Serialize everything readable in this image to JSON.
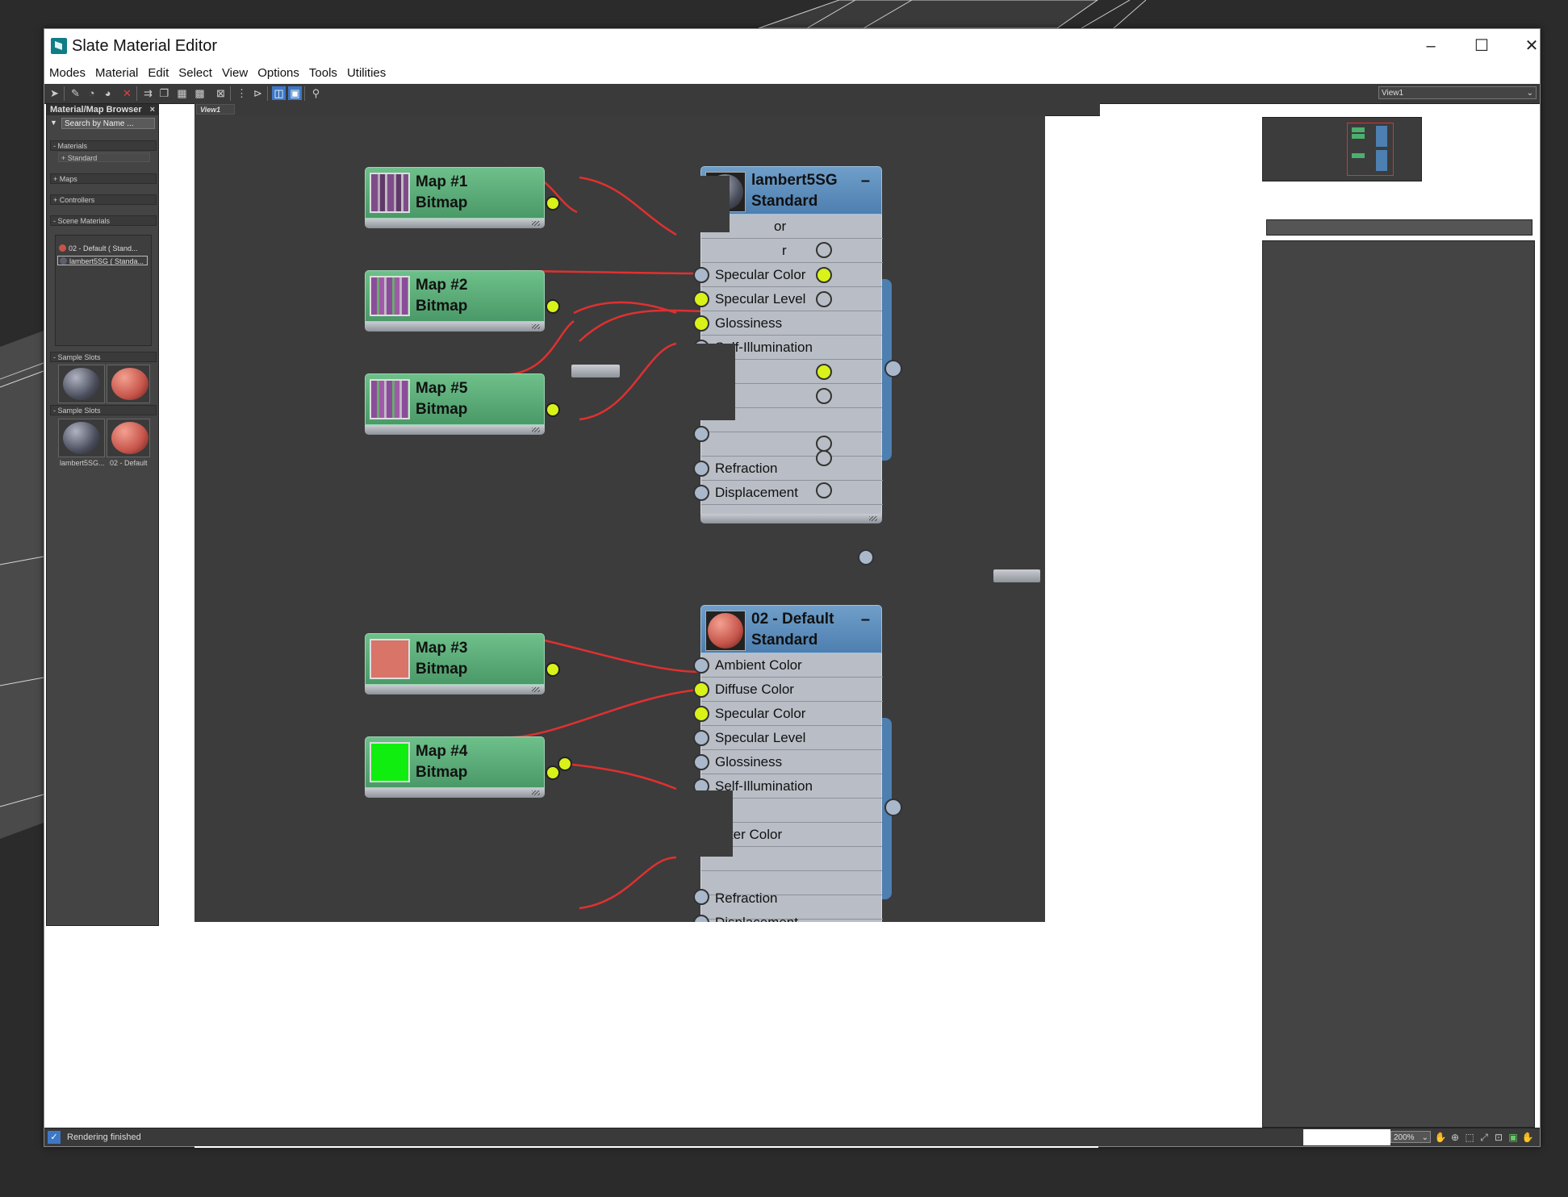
{
  "window": {
    "title": "Slate Material Editor",
    "controls": {
      "minimize": "–",
      "maximize": "☐",
      "close": "✕"
    }
  },
  "menu": [
    "Modes",
    "Material",
    "Edit",
    "Select",
    "View",
    "Options",
    "Tools",
    "Utilities"
  ],
  "toolbar": {
    "icons": [
      "pointer-icon",
      "eyedropper-icon",
      "pick-material-icon",
      "assign-icon",
      "delete-icon",
      "move-children-icon",
      "copy-icon",
      "background-icon",
      "checker-icon",
      "layout-icon",
      "layout-children-icon",
      "hide-icon",
      "show-map-icon",
      "material-in-viewport-icon",
      "select-by-material-icon"
    ],
    "view_select": "View1"
  },
  "browser": {
    "title": "Material/Map Browser",
    "close": "×",
    "search_placeholder": "Search by Name ...",
    "groups": {
      "materials": "- Materials",
      "standard": "+ Standard",
      "maps": "+ Maps",
      "controllers": "+ Controllers",
      "scene_materials": "- Scene Materials",
      "sample_slots_1": "- Sample Slots",
      "sample_slots_2": "- Sample Slots"
    },
    "scene_materials": [
      {
        "label": "02 - Default  ( Stand...",
        "color": "#c5544a"
      },
      {
        "label": "lambert5SG  ( Standa...",
        "color": "#5b5f6e"
      }
    ],
    "slot_labels": [
      "lambert5SG...",
      "02 - Default"
    ]
  },
  "view_tab": "View1",
  "nodes": {
    "map1": {
      "name": "Map #1",
      "type": "Bitmap"
    },
    "map2": {
      "name": "Map #2",
      "type": "Bitmap"
    },
    "map5": {
      "name": "Map #5",
      "type": "Bitmap"
    },
    "map3": {
      "name": "Map #3",
      "type": "Bitmap"
    },
    "map4": {
      "name": "Map #4",
      "type": "Bitmap"
    },
    "lambert": {
      "name": "lambert5SG",
      "type": "Standard",
      "slots": [
        "or",
        "r",
        "Specular Color",
        "Specular Level",
        "Glossiness",
        "Self-Illumination",
        "",
        "",
        "",
        "Refraction",
        "Displacement"
      ]
    },
    "default02": {
      "name": "02 - Default",
      "type": "Standard",
      "slots": [
        "Ambient Color",
        "Diffuse Color",
        "Specular Color",
        "Specular Level",
        "Glossiness",
        "Self-Illumination",
        "",
        "Filter Color",
        "",
        "",
        "Refraction",
        "Displacement"
      ]
    }
  },
  "colors": {
    "map_header": "#5aab78",
    "material_header": "#5b8dbd",
    "port_connected": "#d8f21a",
    "wire": "#e03030",
    "map3_swatch": "#d87468",
    "map4_swatch": "#10ee10"
  },
  "status": {
    "text": "Rendering finished",
    "zoom": "200%"
  }
}
